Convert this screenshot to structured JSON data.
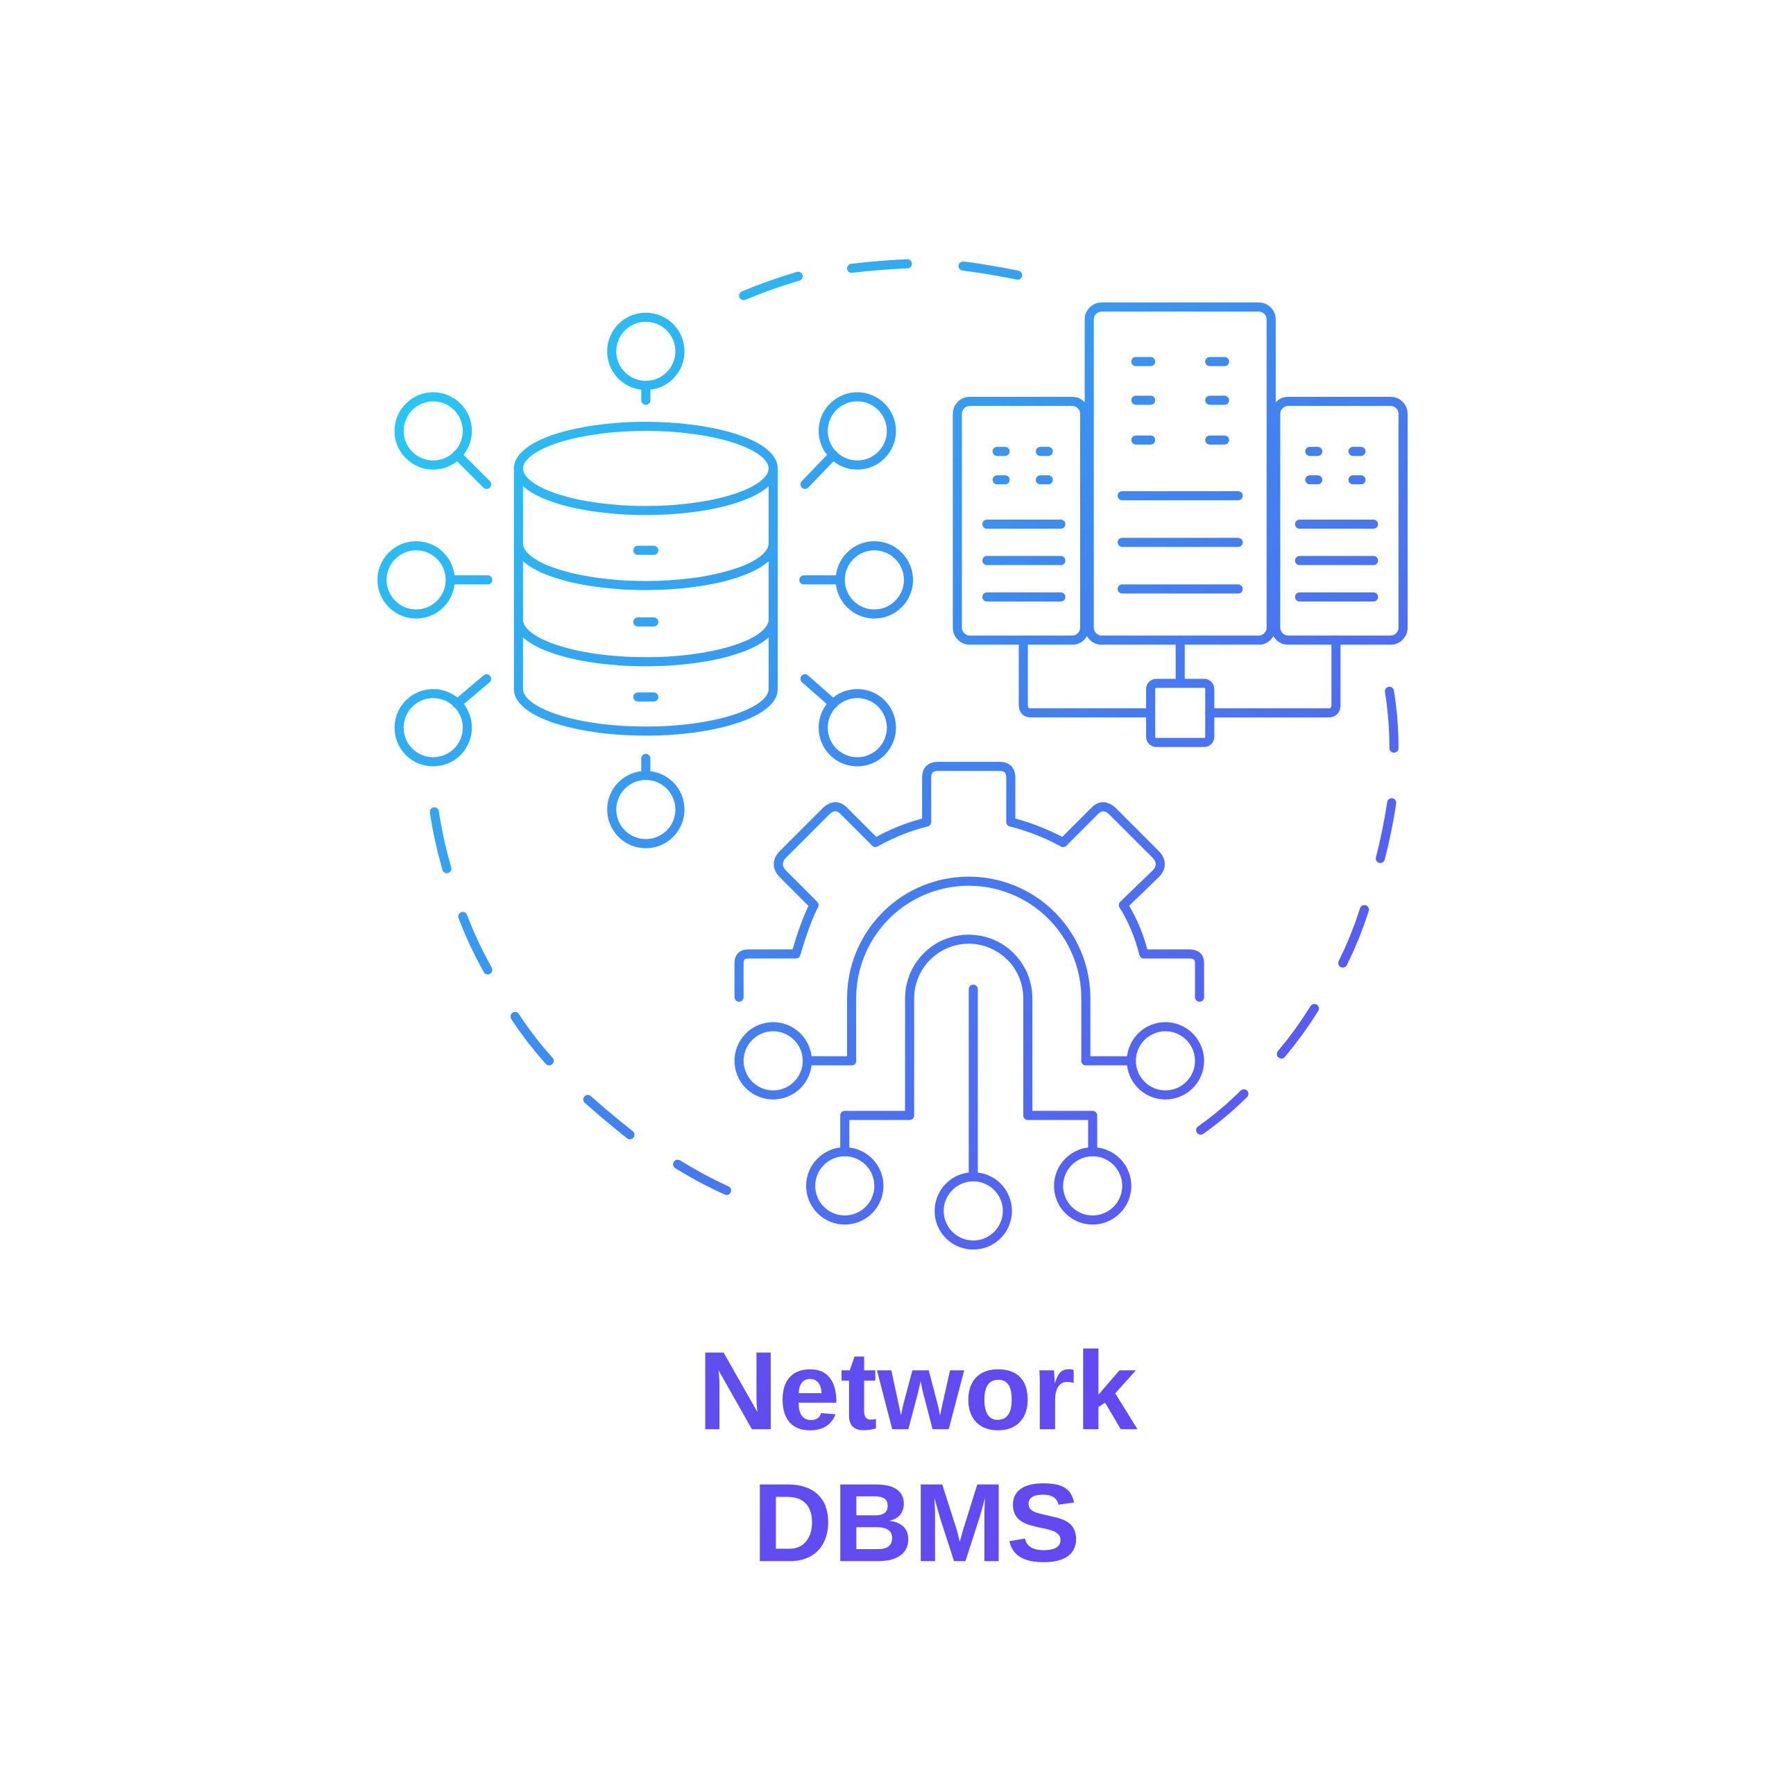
{
  "title": {
    "line1": "Network",
    "line2": "DBMS"
  },
  "colors": {
    "gradient_start": "#22d3f5",
    "gradient_mid": "#3f87ef",
    "gradient_end": "#6547f2",
    "background": "#ffffff"
  },
  "icons": [
    "dashed-ring",
    "database-cylinder-icon",
    "server-racks-icon",
    "gear-network-icon"
  ]
}
